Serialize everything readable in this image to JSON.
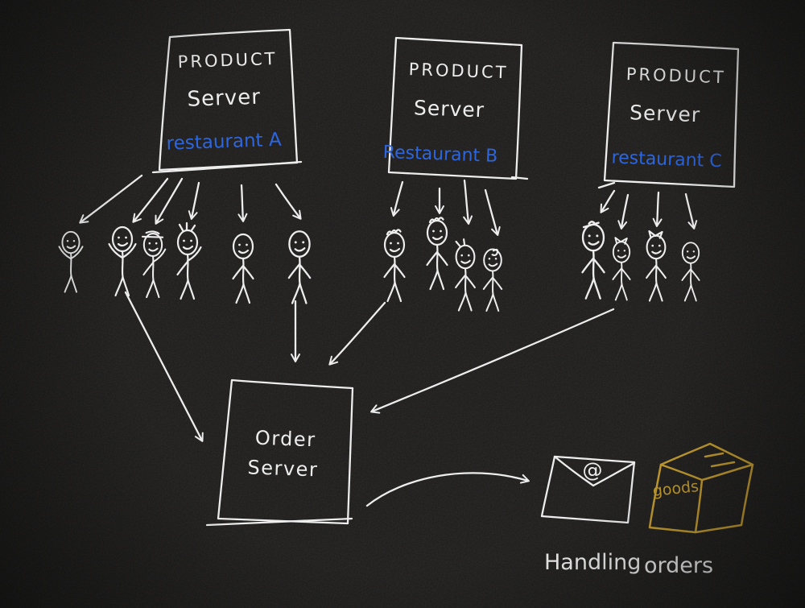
{
  "colors": {
    "background": "#1d1c1b",
    "ink": "#ededed",
    "restaurant_label_blue": "#2e66dd",
    "goods_box_gold": "#c8a030"
  },
  "product_servers": [
    {
      "line1": "PRODUCT",
      "line2": "Server",
      "restaurant": "restaurant A"
    },
    {
      "line1": "PRODUCT",
      "line2": "Server",
      "restaurant": "Restaurant B"
    },
    {
      "line1": "PRODUCT",
      "line2": "Server",
      "restaurant": "restaurant C"
    }
  ],
  "order_server": {
    "line1": "Order",
    "line2": "Server"
  },
  "outputs": {
    "envelope_symbol": "@",
    "goods_label": "goods",
    "caption_word1": "Handling",
    "caption_word2": "orders"
  },
  "people": {
    "group_a_count": 6,
    "group_b_count": 4,
    "group_c_count": 4
  }
}
